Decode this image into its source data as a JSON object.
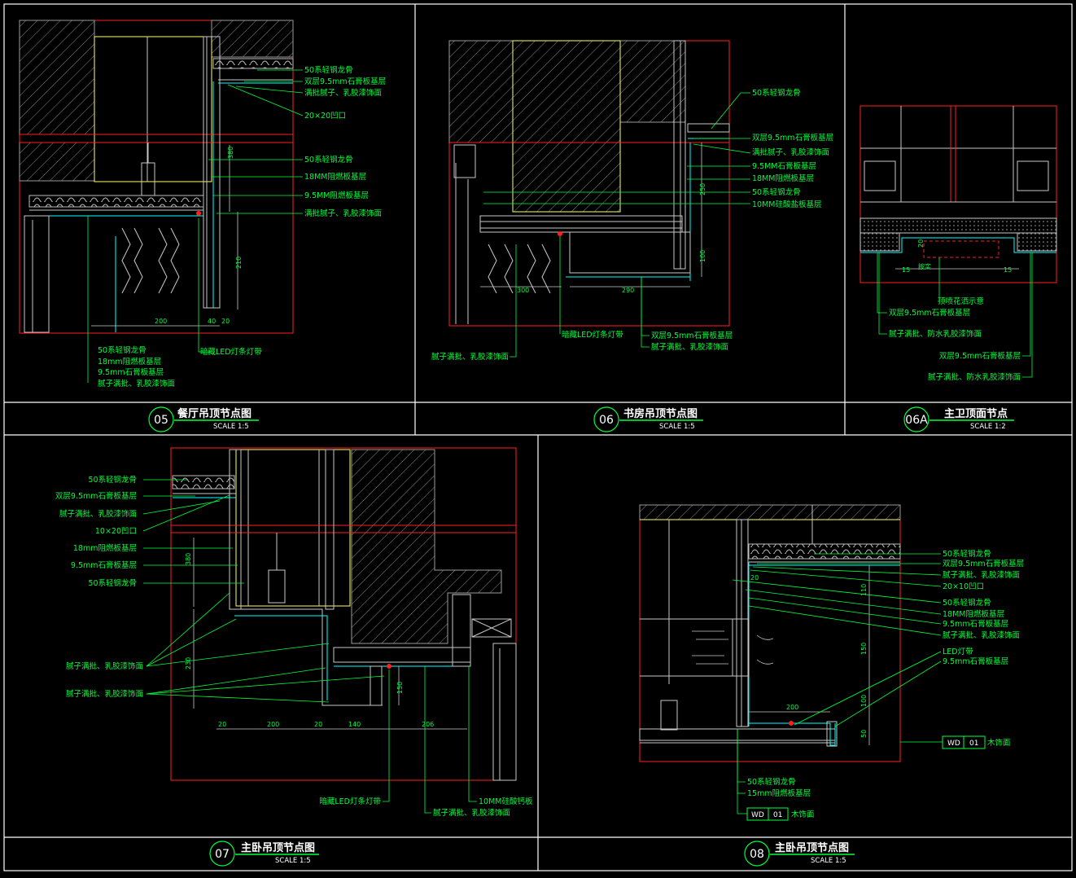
{
  "colors": {
    "background": "#000000",
    "frame": "#ffffff",
    "label": "#00ff3c",
    "section_red": "#ff2020",
    "concrete_edge": "#ffff66",
    "hatch": "#9a9a9a",
    "ceiling": "#c8c8c8"
  },
  "panels": {
    "p05": {
      "number": "05",
      "title": "餐厅吊顶节点图",
      "scale": "SCALE 1:5",
      "labels": [
        "50系轻钢龙骨",
        "双层9.5mm石膏板基层",
        "满批腻子、乳胶漆饰面",
        "20×20凹口",
        "50系轻钢龙骨",
        "18MM阻燃板基层",
        "9.5MM阻燃板基层",
        "满批腻子、乳胶漆饰面",
        "暗藏LED灯条灯带",
        "50系轻钢龙骨",
        "18mm阻燃板基层",
        "9.5mm石膏板基层",
        "腻子满批、乳胶漆饰面"
      ],
      "dims": [
        "380",
        "210",
        "200",
        "40",
        "20"
      ]
    },
    "p06": {
      "number": "06",
      "title": "书房吊顶节点图",
      "scale": "SCALE 1:5",
      "labels": [
        "50系轻钢龙骨",
        "双层9.5mm石膏板基层",
        "满批腻子、乳胶漆饰面",
        "9.5MM石膏板基层",
        "18MM阻燃板基层",
        "50系轻钢龙骨",
        "10MM硅酸盐板基层",
        "暗藏LED灯条灯带",
        "双层9.5mm石膏板基层",
        "腻子满批、乳胶漆饰面",
        "腻子满批、乳胶漆饰面"
      ],
      "dims": [
        "250",
        "100",
        "300",
        "290"
      ]
    },
    "p06a": {
      "number": "06A",
      "title": "主卫顶面节点",
      "scale": "SCALE 1:2",
      "labels": [
        "顶喷花洒示意",
        "双层9.5mm石膏板基层",
        "腻子满批、防水乳胶漆饰面",
        "双层9.5mm石膏板基层",
        "腻子满批、防水乳胶漆饰面"
      ],
      "dims": [
        "15",
        "按实",
        "15",
        "20"
      ]
    },
    "p07": {
      "number": "07",
      "title": "主卧吊顶节点图",
      "scale": "SCALE 1:5",
      "labels": [
        "50系轻钢龙骨",
        "双层9.5mm石膏板基层",
        "腻子满批、乳胶漆饰面",
        "10×20凹口",
        "18mm阻燃板基层",
        "9.5mm石膏板基层",
        "50系轻钢龙骨",
        "腻子满批、乳胶漆饰面",
        "腻子满批、乳胶漆饰面",
        "暗藏LED灯条灯带",
        "腻子满批、乳胶漆饰面",
        "10MM硅酸钙板"
      ],
      "dims": [
        "380",
        "230",
        "20",
        "200",
        "20",
        "140",
        "206",
        "150"
      ]
    },
    "p08": {
      "number": "08",
      "title": "主卧吊顶节点图",
      "scale": "SCALE 1:5",
      "labels": [
        "50系轻钢龙骨",
        "双层9.5mm石膏板基层",
        "腻子满批、乳胶漆饰面",
        "20×10凹口",
        "50系轻钢龙骨",
        "18MM阻燃板基层",
        "9.5mm石膏板基层",
        "腻子满批、乳胶漆饰面",
        "LED灯带",
        "9.5mm石膏板基层",
        "木饰面",
        "50系轻钢龙骨",
        "15mm阻燃板基层",
        "木饰面"
      ],
      "tag_a": [
        "WD",
        "01"
      ],
      "tag_b": [
        "WD",
        "01"
      ],
      "dims": [
        "110",
        "150",
        "100",
        "50",
        "20",
        "200"
      ]
    }
  }
}
